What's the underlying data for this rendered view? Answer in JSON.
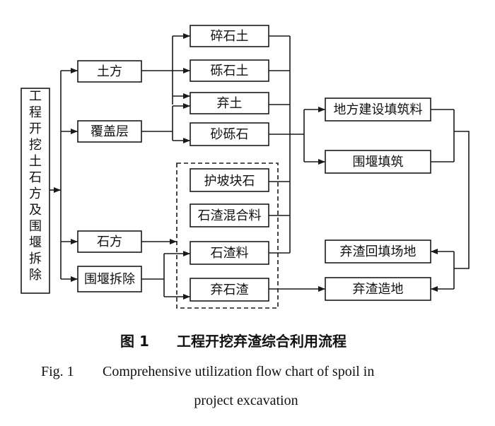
{
  "nodes": {
    "root": [
      "工",
      "程",
      "开",
      "挖",
      "土",
      "石",
      "方",
      "及",
      "围",
      "堰",
      "拆",
      "除"
    ],
    "tufang": "土方",
    "fugaiceng": "覆盖层",
    "shifang": "石方",
    "weiyanchaichu": "围堰拆除",
    "suishitu": "碎石土",
    "lishitu": "砾石土",
    "qitu": "弃土",
    "shalishi": "砂砾石",
    "hupokuaishi": "护坡块石",
    "shizhahunheliao": "石渣混合料",
    "shizhaliao": "石渣料",
    "qishizha": "弃石渣",
    "difangjianshe": "地方建设填筑料",
    "weiyantianzhu": "围堰填筑",
    "qizhahuitian": "弃渣回填场地",
    "qizhazaodi": "弃渣造地"
  },
  "caption": {
    "zh_label": "图 1",
    "zh_title": "工程开挖弃渣综合利用流程",
    "en_label": "Fig. 1",
    "en_line1": "Comprehensive utilization flow chart of spoil in",
    "en_line2": "project excavation"
  }
}
